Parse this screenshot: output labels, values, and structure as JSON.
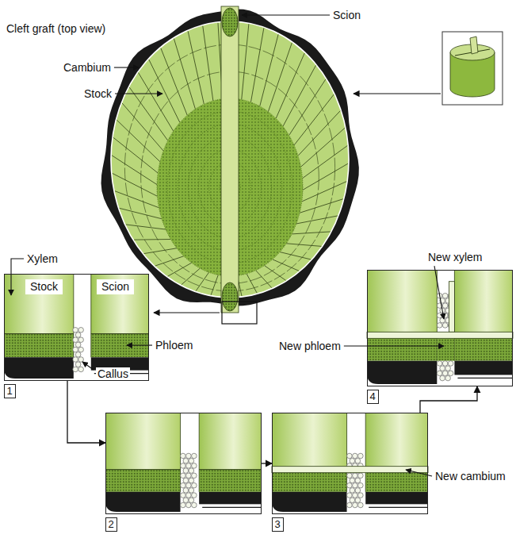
{
  "diagram": {
    "nodes": [
      {
        "text": [
          "1"
        ]
      },
      {
        "text": [
          "2"
        ]
      },
      {
        "text": [
          "3"
        ]
      },
      {
        "text": [
          "4"
        ]
      },
      {
        "text": [
          "Stock"
        ],
        "in": 0
      },
      {
        "text": [
          "Scion"
        ],
        "in": 0
      }
    ],
    "edges": [
      {
        "from": 0,
        "to": 1,
        "arrow": "to"
      },
      {
        "from": 1,
        "to": 2,
        "arrow": "to"
      },
      {
        "from": 2,
        "to": 3,
        "arrow": "to"
      }
    ],
    "labels": [
      "Cleft graft (top view)",
      "Scion",
      "Cambium",
      "Stock",
      "Xylem",
      "Phloem",
      "Callus",
      "New xylem",
      "New phloem",
      "New cambium"
    ]
  }
}
